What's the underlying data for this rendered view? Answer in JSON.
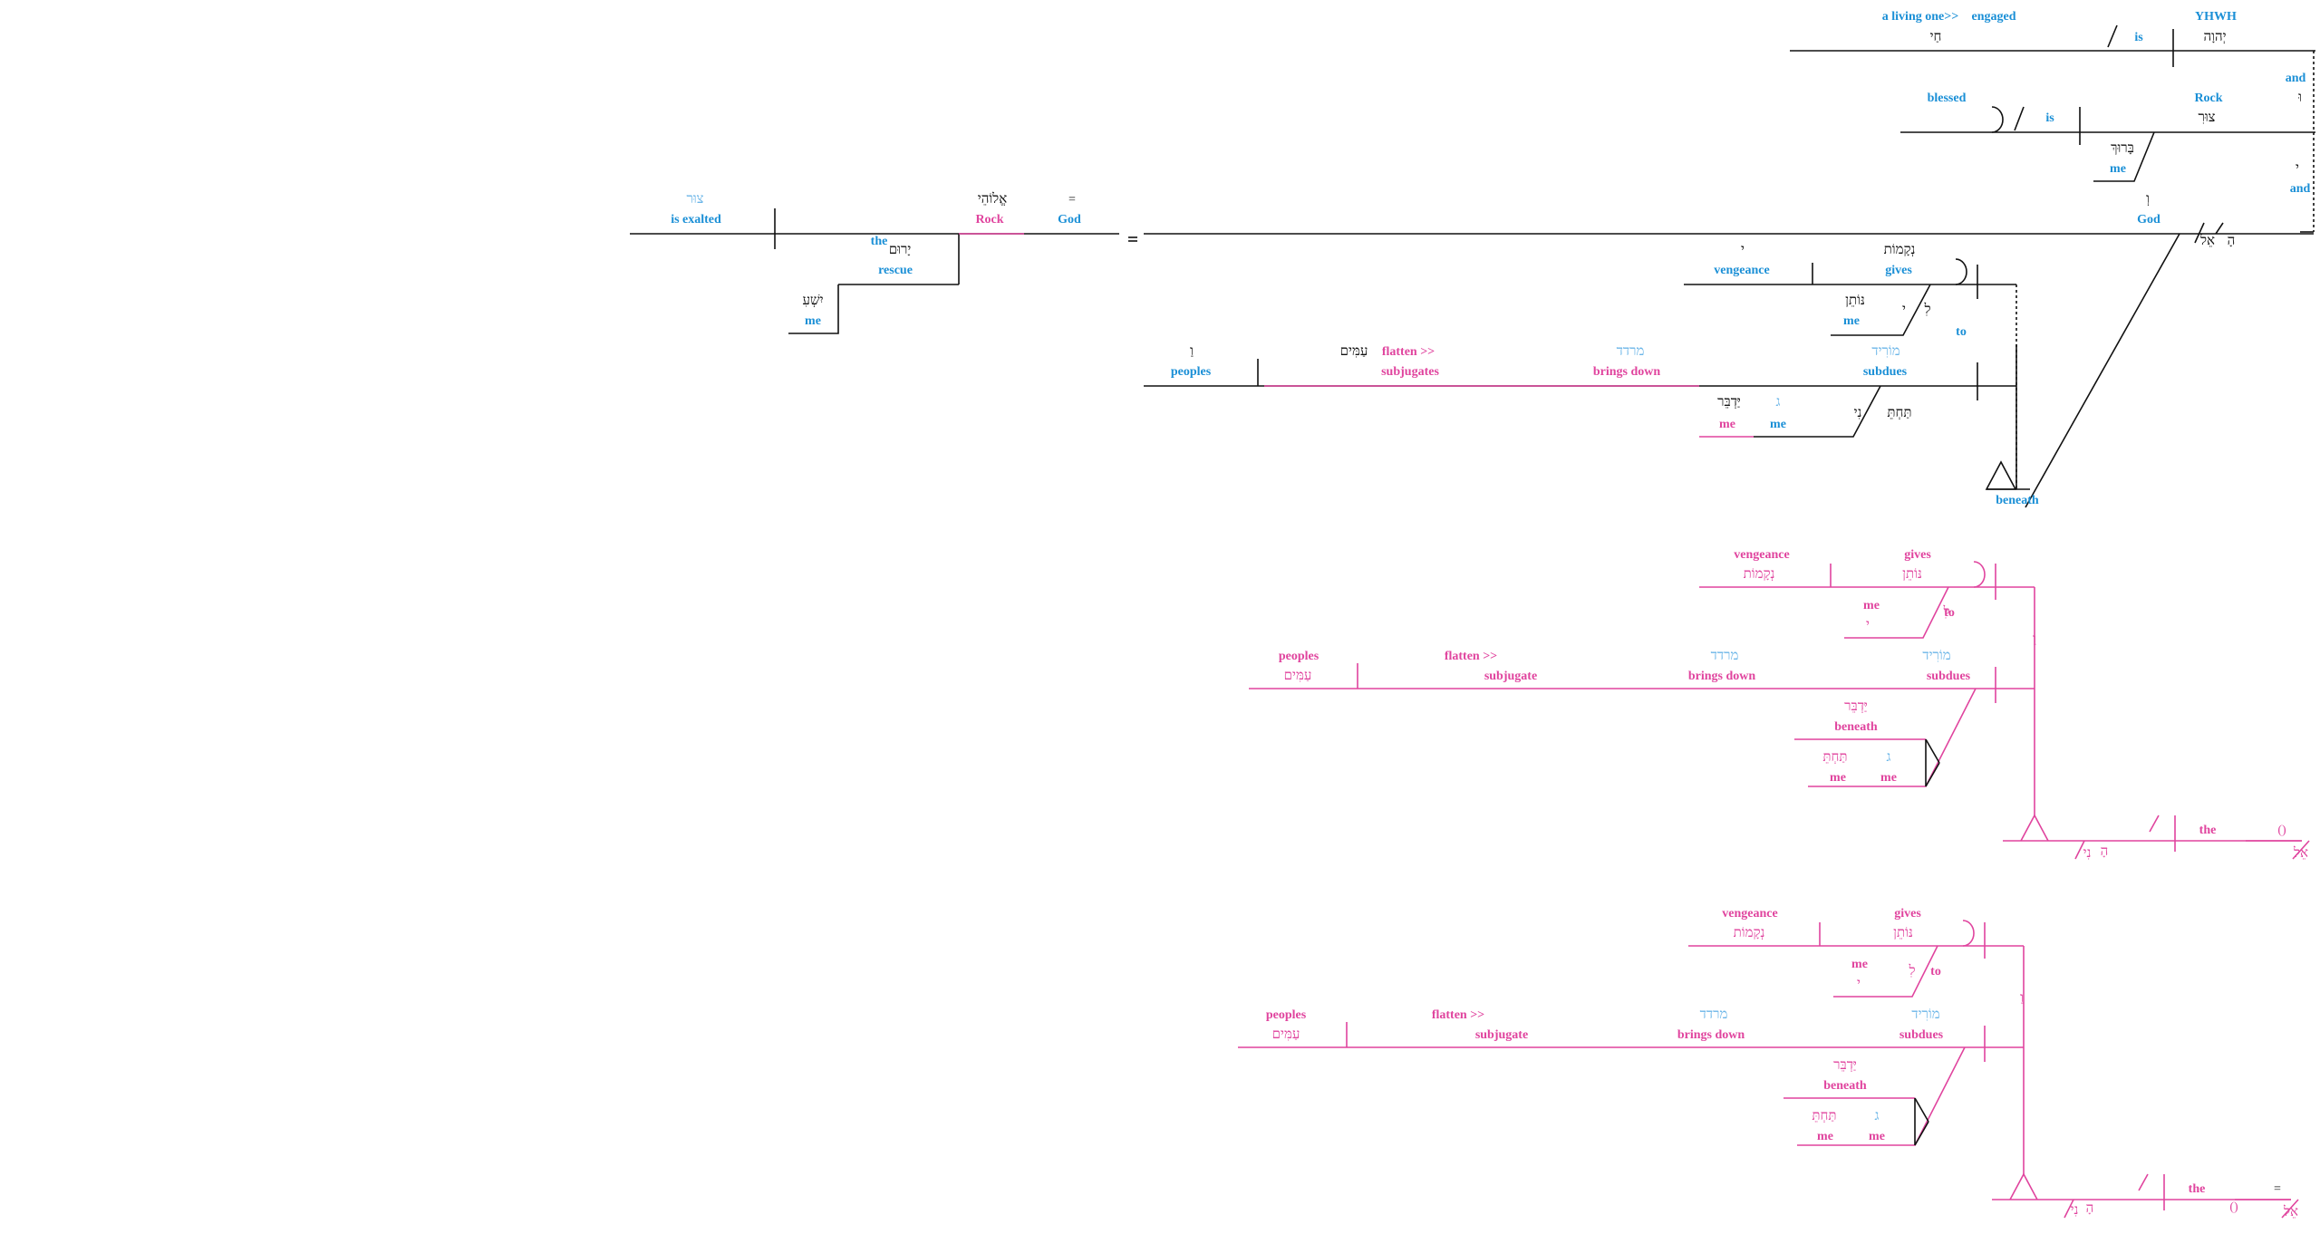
{
  "colors": {
    "ink": "#111111",
    "gloss_blue": "#1a8fd6",
    "magenta": "#e0449e",
    "light_blue": "#6cb6e8"
  },
  "diagrams": [
    {
      "id": "main",
      "tint": "ink",
      "texts": [
        {
          "name": "gloss-yhwh",
          "kind": "gloss",
          "color": "gloss_blue",
          "text": "YHWH"
        },
        {
          "name": "heb-yhwh",
          "kind": "heb",
          "color": "ink",
          "text": "יְהוָה"
        },
        {
          "name": "gloss-is-1",
          "kind": "gloss",
          "color": "gloss_blue",
          "text": "is"
        },
        {
          "name": "gloss-living-one",
          "kind": "gloss",
          "color": "gloss_blue",
          "text": "a living one>>"
        },
        {
          "name": "gloss-engaged",
          "kind": "plain",
          "color": "gloss_blue",
          "text": "engaged"
        },
        {
          "name": "heb-chay",
          "kind": "heb",
          "color": "ink",
          "text": "חַי"
        },
        {
          "name": "gloss-and-1",
          "kind": "gloss",
          "color": "gloss_blue",
          "text": "and"
        },
        {
          "name": "heb-vav-1",
          "kind": "heb",
          "color": "ink",
          "text": "וּ"
        },
        {
          "name": "gloss-rock-1",
          "kind": "gloss",
          "color": "gloss_blue",
          "text": "Rock"
        },
        {
          "name": "heb-tsur-1",
          "kind": "heb",
          "color": "ink",
          "text": "צוּרִ"
        },
        {
          "name": "gloss-is-2",
          "kind": "gloss",
          "color": "gloss_blue",
          "text": "is"
        },
        {
          "name": "gloss-blessed",
          "kind": "gloss",
          "color": "gloss_blue",
          "text": "blessed"
        },
        {
          "name": "heb-baruk",
          "kind": "heb",
          "color": "ink",
          "text": "בָּרוּךְ"
        },
        {
          "name": "gloss-me-1",
          "kind": "gloss",
          "color": "gloss_blue",
          "text": "me"
        },
        {
          "name": "heb-i-1",
          "kind": "heb",
          "color": "ink",
          "text": "י"
        },
        {
          "name": "gloss-and-2",
          "kind": "gloss",
          "color": "gloss_blue",
          "text": "and"
        },
        {
          "name": "heb-vav-2",
          "kind": "heb",
          "color": "ink",
          "text": "וְ"
        },
        {
          "name": "gloss-god-1",
          "kind": "gloss",
          "color": "gloss_blue",
          "text": "God"
        },
        {
          "name": "heb-el-1",
          "kind": "heb",
          "color": "ink",
          "text": "אֵל"
        },
        {
          "name": "heb-ha-1",
          "kind": "heb",
          "color": "ink",
          "text": "הָ"
        },
        {
          "name": "gloss-the-1",
          "kind": "gloss",
          "color": "gloss_blue",
          "text": "the"
        },
        {
          "name": "equals-1",
          "kind": "op",
          "color": "ink",
          "text": "="
        },
        {
          "name": "gloss-god-2",
          "kind": "gloss",
          "color": "gloss_blue",
          "text": "God"
        },
        {
          "name": "heb-elohe",
          "kind": "heb",
          "color": "ink",
          "text": "אֱלוֹהֵי"
        },
        {
          "name": "gloss-rock-2",
          "kind": "gloss",
          "color": "magenta",
          "text": "Rock"
        },
        {
          "name": "heb-tsur-2",
          "kind": "heb",
          "color": "light_blue",
          "text": "צוּר"
        },
        {
          "name": "gloss-is-exalted",
          "kind": "gloss",
          "color": "gloss_blue",
          "text": "is exalted"
        },
        {
          "name": "heb-yarum",
          "kind": "heb",
          "color": "ink",
          "text": "יָרוּם"
        },
        {
          "name": "gloss-rescue",
          "kind": "gloss",
          "color": "gloss_blue",
          "text": "rescue"
        },
        {
          "name": "heb-yesha",
          "kind": "heb",
          "color": "ink",
          "text": "יִשְׁעִ"
        },
        {
          "name": "gloss-me-2",
          "kind": "gloss",
          "color": "gloss_blue",
          "text": "me"
        },
        {
          "name": "heb-i-2",
          "kind": "heb",
          "color": "ink",
          "text": "י"
        },
        {
          "name": "gloss-vengeance-1",
          "kind": "gloss",
          "color": "gloss_blue",
          "text": "vengeance"
        },
        {
          "name": "heb-neqamot-1",
          "kind": "heb",
          "color": "ink",
          "text": "נְקָמוֹת"
        },
        {
          "name": "gloss-gives-1",
          "kind": "gloss",
          "color": "gloss_blue",
          "text": "gives"
        },
        {
          "name": "heb-noten-1",
          "kind": "heb",
          "color": "ink",
          "text": "נּוֹתֵן"
        },
        {
          "name": "gloss-me-3",
          "kind": "gloss",
          "color": "gloss_blue",
          "text": "me"
        },
        {
          "name": "heb-i-3",
          "kind": "heb",
          "color": "ink",
          "text": "י"
        },
        {
          "name": "heb-li-1",
          "kind": "heb",
          "color": "ink",
          "text": "לִ"
        },
        {
          "name": "gloss-to-1",
          "kind": "gloss",
          "color": "gloss_blue",
          "text": "to"
        },
        {
          "name": "heb-vav-3",
          "kind": "heb",
          "color": "ink",
          "text": "וַ"
        },
        {
          "name": "gloss-peoples-1",
          "kind": "gloss",
          "color": "gloss_blue",
          "text": "peoples"
        },
        {
          "name": "heb-amim-1",
          "kind": "heb",
          "color": "ink",
          "text": "עַמִּים"
        },
        {
          "name": "gloss-flatten-1",
          "kind": "plain",
          "color": "magenta",
          "text": "flatten >>"
        },
        {
          "name": "gloss-subjugates-1",
          "kind": "gloss",
          "color": "magenta",
          "text": "subjugates"
        },
        {
          "name": "heb-rdd-1",
          "kind": "heb",
          "color": "light_blue",
          "text": "מרדד"
        },
        {
          "name": "gloss-brings-down-1",
          "kind": "gloss",
          "color": "magenta",
          "text": "brings down"
        },
        {
          "name": "heb-morid-1",
          "kind": "heb",
          "color": "light_blue",
          "text": "מוֹרִיד"
        },
        {
          "name": "gloss-subdues-1",
          "kind": "gloss",
          "color": "gloss_blue",
          "text": "subdues"
        },
        {
          "name": "heb-yadber-1",
          "kind": "heb",
          "color": "ink",
          "text": "יַּדְבֵּר"
        },
        {
          "name": "gloss-me-4",
          "kind": "gloss",
          "color": "magenta",
          "text": "me"
        },
        {
          "name": "heb-gam-1",
          "kind": "heb",
          "color": "light_blue",
          "text": "ג"
        },
        {
          "name": "gloss-me-5",
          "kind": "gloss",
          "color": "gloss_blue",
          "text": "me"
        },
        {
          "name": "heb-i-4",
          "kind": "heb",
          "color": "ink",
          "text": "נִי"
        },
        {
          "name": "heb-tachat-1",
          "kind": "heb",
          "color": "ink",
          "text": "תַּחְתֵּ"
        },
        {
          "name": "gloss-beneath-1",
          "kind": "gloss",
          "color": "gloss_blue",
          "text": "beneath"
        },
        {
          "name": "heb-ha-2",
          "kind": "heb",
          "color": "ink",
          "text": "הָ"
        }
      ]
    },
    {
      "id": "alt-1",
      "tint": "magenta",
      "texts": [
        {
          "name": "gloss-vengeance-2",
          "kind": "gloss",
          "color": "magenta",
          "text": "vengeance"
        },
        {
          "name": "heb-neqamot-2",
          "kind": "heb",
          "color": "magenta",
          "text": "נְקָמוֹת"
        },
        {
          "name": "gloss-gives-2",
          "kind": "gloss",
          "color": "magenta",
          "text": "gives"
        },
        {
          "name": "heb-noten-2",
          "kind": "heb",
          "color": "magenta",
          "text": "נּוֹתֵן"
        },
        {
          "name": "gloss-me-6",
          "kind": "gloss",
          "color": "magenta",
          "text": "me"
        },
        {
          "name": "heb-i-5",
          "kind": "heb",
          "color": "magenta",
          "text": "י"
        },
        {
          "name": "heb-li-2",
          "kind": "heb",
          "color": "magenta",
          "text": "לִ"
        },
        {
          "name": "gloss-to-2",
          "kind": "gloss",
          "color": "magenta",
          "text": "to"
        },
        {
          "name": "heb-vav-4",
          "kind": "heb",
          "color": "magenta",
          "text": "וַ"
        },
        {
          "name": "gloss-peoples-2",
          "kind": "gloss",
          "color": "magenta",
          "text": "peoples"
        },
        {
          "name": "heb-amim-2",
          "kind": "heb",
          "color": "magenta",
          "text": "עַמִּים"
        },
        {
          "name": "gloss-flatten-2",
          "kind": "plain",
          "color": "magenta",
          "text": "flatten >>"
        },
        {
          "name": "gloss-subjugate-2",
          "kind": "gloss",
          "color": "magenta",
          "text": "subjugate"
        },
        {
          "name": "heb-rdd-2",
          "kind": "heb",
          "color": "light_blue",
          "text": "מרדד"
        },
        {
          "name": "gloss-brings-down-2",
          "kind": "gloss",
          "color": "magenta",
          "text": "brings down"
        },
        {
          "name": "heb-morid-2",
          "kind": "heb",
          "color": "light_blue",
          "text": "מוֹרִיד"
        },
        {
          "name": "gloss-subdues-2",
          "kind": "gloss",
          "color": "magenta",
          "text": "subdues"
        },
        {
          "name": "heb-yadber-2",
          "kind": "heb",
          "color": "magenta",
          "text": "יַּדְבֵּר"
        },
        {
          "name": "gloss-beneath-2",
          "kind": "gloss",
          "color": "magenta",
          "text": "beneath"
        },
        {
          "name": "heb-tachat-2",
          "kind": "heb",
          "color": "magenta",
          "text": "תַּחְתֵּ"
        },
        {
          "name": "gloss-me-7",
          "kind": "gloss",
          "color": "magenta",
          "text": "me"
        },
        {
          "name": "heb-gam-2",
          "kind": "heb",
          "color": "light_blue",
          "text": "ג"
        },
        {
          "name": "gloss-me-8",
          "kind": "gloss",
          "color": "magenta",
          "text": "me"
        },
        {
          "name": "heb-i-6",
          "kind": "heb",
          "color": "magenta",
          "text": "נִי"
        },
        {
          "name": "heb-ha-3",
          "kind": "heb",
          "color": "magenta",
          "text": "הָ"
        },
        {
          "name": "gloss-the-2",
          "kind": "gloss",
          "color": "magenta",
          "text": "the"
        },
        {
          "name": "parens-1",
          "kind": "op",
          "color": "magenta",
          "text": "()"
        },
        {
          "name": "heb-el-2",
          "kind": "heb",
          "color": "magenta",
          "text": "אֵל"
        },
        {
          "name": "heb-ha-4",
          "kind": "heb",
          "color": "magenta",
          "text": "הָ"
        }
      ]
    },
    {
      "id": "alt-2",
      "tint": "magenta",
      "texts": [
        {
          "name": "gloss-vengeance-3",
          "kind": "gloss",
          "color": "magenta",
          "text": "vengeance"
        },
        {
          "name": "heb-neqamot-3",
          "kind": "heb",
          "color": "magenta",
          "text": "נְקָמוֹת"
        },
        {
          "name": "gloss-gives-3",
          "kind": "gloss",
          "color": "magenta",
          "text": "gives"
        },
        {
          "name": "heb-noten-3",
          "kind": "heb",
          "color": "magenta",
          "text": "נּוֹתֵן"
        },
        {
          "name": "gloss-me-9",
          "kind": "gloss",
          "color": "magenta",
          "text": "me"
        },
        {
          "name": "heb-i-7",
          "kind": "heb",
          "color": "magenta",
          "text": "י"
        },
        {
          "name": "heb-li-3",
          "kind": "heb",
          "color": "magenta",
          "text": "לִ"
        },
        {
          "name": "gloss-to-3",
          "kind": "gloss",
          "color": "magenta",
          "text": "to"
        },
        {
          "name": "heb-vav-5",
          "kind": "heb",
          "color": "magenta",
          "text": "וַ"
        },
        {
          "name": "gloss-peoples-3",
          "kind": "gloss",
          "color": "magenta",
          "text": "peoples"
        },
        {
          "name": "heb-amim-3",
          "kind": "heb",
          "color": "magenta",
          "text": "עַמִּים"
        },
        {
          "name": "gloss-flatten-3",
          "kind": "plain",
          "color": "magenta",
          "text": "flatten >>"
        },
        {
          "name": "gloss-subjugate-3",
          "kind": "gloss",
          "color": "magenta",
          "text": "subjugate"
        },
        {
          "name": "heb-rdd-3",
          "kind": "heb",
          "color": "light_blue",
          "text": "מרדד"
        },
        {
          "name": "gloss-brings-down-3",
          "kind": "gloss",
          "color": "magenta",
          "text": "brings down"
        },
        {
          "name": "heb-morid-3",
          "kind": "heb",
          "color": "light_blue",
          "text": "מוֹרִיד"
        },
        {
          "name": "gloss-subdues-3",
          "kind": "gloss",
          "color": "magenta",
          "text": "subdues"
        },
        {
          "name": "heb-yadber-3",
          "kind": "heb",
          "color": "magenta",
          "text": "יַּדְבֵּר"
        },
        {
          "name": "gloss-beneath-3",
          "kind": "gloss",
          "color": "magenta",
          "text": "beneath"
        },
        {
          "name": "heb-tachat-3",
          "kind": "heb",
          "color": "magenta",
          "text": "תַּחְתֵּ"
        },
        {
          "name": "gloss-me-10",
          "kind": "gloss",
          "color": "magenta",
          "text": "me"
        },
        {
          "name": "heb-gam-3",
          "kind": "heb",
          "color": "light_blue",
          "text": "ג"
        },
        {
          "name": "gloss-me-11",
          "kind": "gloss",
          "color": "magenta",
          "text": "me"
        },
        {
          "name": "heb-i-8",
          "kind": "heb",
          "color": "magenta",
          "text": "נִי"
        },
        {
          "name": "heb-ha-5",
          "kind": "heb",
          "color": "magenta",
          "text": "הָ"
        },
        {
          "name": "gloss-the-3",
          "kind": "gloss",
          "color": "magenta",
          "text": "the"
        },
        {
          "name": "parens-2",
          "kind": "op",
          "color": "magenta",
          "text": "()"
        },
        {
          "name": "equals-2",
          "kind": "op",
          "color": "ink",
          "text": "="
        },
        {
          "name": "heb-el-3",
          "kind": "heb",
          "color": "magenta",
          "text": "אֵל"
        },
        {
          "name": "heb-ha-6",
          "kind": "heb",
          "color": "magenta",
          "text": "הָ"
        }
      ]
    }
  ]
}
